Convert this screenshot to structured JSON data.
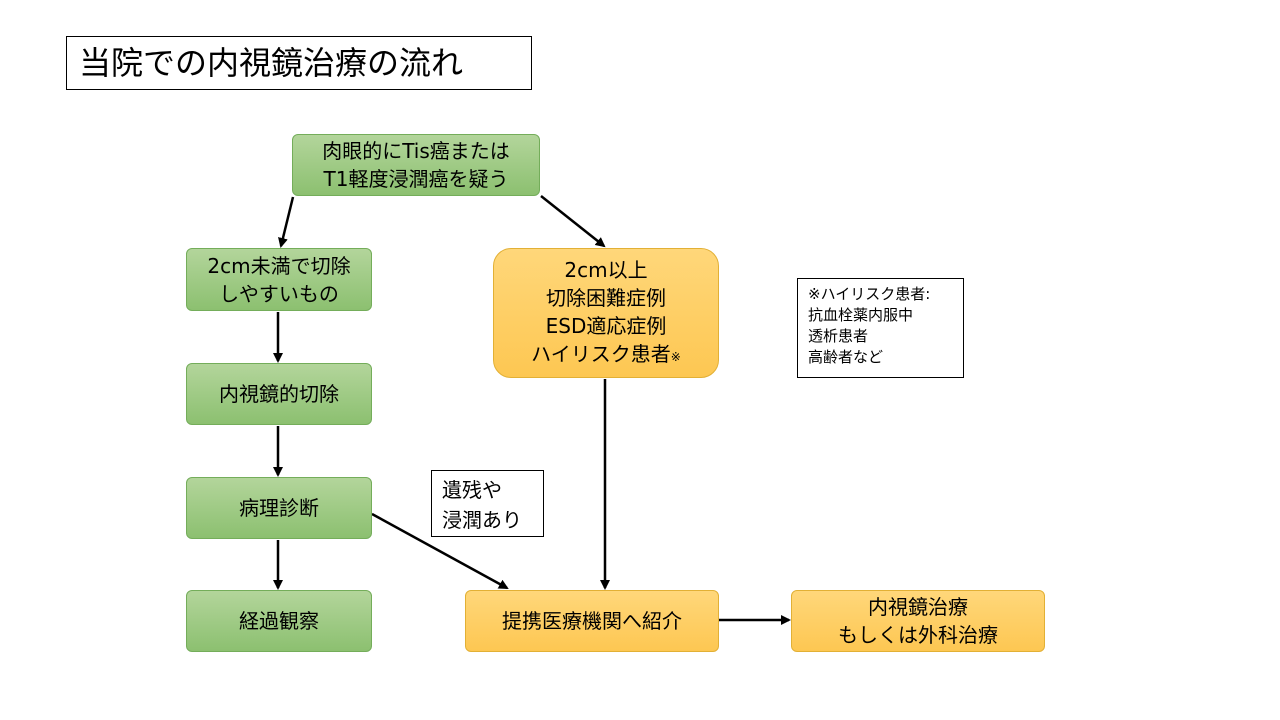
{
  "title": "当院での内視鏡治療の流れ",
  "nodes": {
    "start": [
      "肉眼的にTis癌または",
      "T1軽度浸潤癌を疑う"
    ],
    "small": [
      "2cm未満で切除",
      "しやすいもの"
    ],
    "endoscopic": "内視鏡的切除",
    "pathology": "病理診断",
    "followup": "経過観察",
    "large": [
      "2cm以上",
      "切除困難症例",
      "ESD適応症例",
      "ハイリスク患者"
    ],
    "large_mark": "※",
    "referral": "提携医療機関へ紹介",
    "treatment": [
      "内視鏡治療",
      "もしくは外科治療"
    ]
  },
  "residual_note": [
    "遺残や",
    "浸潤あり"
  ],
  "highrisk_note": {
    "heading": "※ハイリスク患者:",
    "items": [
      "抗血栓薬内服中",
      "透析患者",
      "高齢者など"
    ]
  },
  "colors": {
    "green_fill": "#a9cf8f",
    "green_border": "#74ad5a",
    "orange_fill": "#fdc955",
    "orange_border": "#e2b035",
    "arrow": "#000000"
  }
}
